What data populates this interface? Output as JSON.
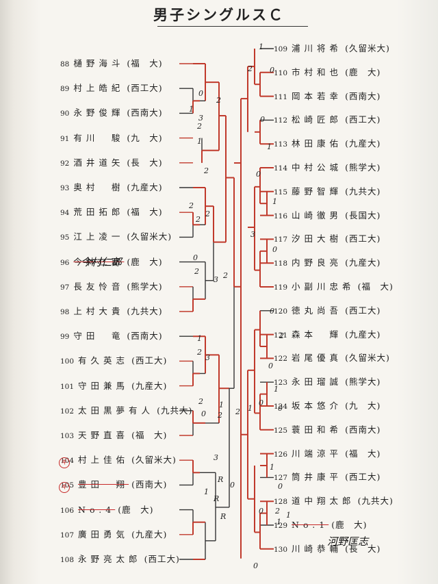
{
  "title": "男子シングルスＣ",
  "left_players": [
    {
      "seed": "88",
      "name": "樋野海斗",
      "school": "(福　大)"
    },
    {
      "seed": "89",
      "name": "村上皓紀",
      "school": "(西工大)"
    },
    {
      "seed": "90",
      "name": "永野俊輝",
      "school": "(西南大)"
    },
    {
      "seed": "91",
      "name": "有川　駿",
      "school": "(九　大)"
    },
    {
      "seed": "92",
      "name": "酒井道矢",
      "school": "(長　大)"
    },
    {
      "seed": "93",
      "name": "奥村　樹",
      "school": "(九産大)"
    },
    {
      "seed": "94",
      "name": "荒田拓郎",
      "school": "(福　大)"
    },
    {
      "seed": "95",
      "name": "江上凌一",
      "school": "(久留米大)"
    },
    {
      "seed": "96",
      "name": "今林仁耶",
      "school": "(鹿　大)"
    },
    {
      "seed": "97",
      "name": "長友怜音",
      "school": "(熊学大)"
    },
    {
      "seed": "98",
      "name": "上村大貴",
      "school": "(九共大)"
    },
    {
      "seed": "99",
      "name": "守田　竜",
      "school": "(西南大)"
    },
    {
      "seed": "100",
      "name": "有久英志",
      "school": "(西工大)"
    },
    {
      "seed": "101",
      "name": "守田兼馬",
      "school": "(九産大)"
    },
    {
      "seed": "102",
      "name": "太田黒夢有人",
      "school": "(九共大)"
    },
    {
      "seed": "103",
      "name": "天野直喜",
      "school": "(福　大)"
    },
    {
      "seed": "104",
      "name": "村上佳佑",
      "school": "(久留米大)"
    },
    {
      "seed": "105",
      "name": "豊田　翔",
      "school": "(西南大)"
    },
    {
      "seed": "106",
      "name": "No.4",
      "school": "(鹿　大)"
    },
    {
      "seed": "107",
      "name": "廣田勇気",
      "school": "(九産大)"
    },
    {
      "seed": "108",
      "name": "永野亮太郎",
      "school": "(西工大)"
    }
  ],
  "right_players": [
    {
      "seed": "109",
      "name": "浦川将希",
      "school": "(久留米大)"
    },
    {
      "seed": "110",
      "name": "市村和也",
      "school": "(鹿　大)"
    },
    {
      "seed": "111",
      "name": "岡本若幸",
      "school": "(西南大)"
    },
    {
      "seed": "112",
      "name": "松崎匠郎",
      "school": "(西工大)"
    },
    {
      "seed": "113",
      "name": "林田康佑",
      "school": "(九産大)"
    },
    {
      "seed": "114",
      "name": "中村公城",
      "school": "(熊学大)"
    },
    {
      "seed": "115",
      "name": "藤野智輝",
      "school": "(九共大)"
    },
    {
      "seed": "116",
      "name": "山崎徹男",
      "school": "(長国大)"
    },
    {
      "seed": "117",
      "name": "汐田大樹",
      "school": "(西工大)"
    },
    {
      "seed": "118",
      "name": "内野良亮",
      "school": "(九産大)"
    },
    {
      "seed": "119",
      "name": "小副川忠希",
      "school": "(福　大)"
    },
    {
      "seed": "120",
      "name": "徳丸尚吾",
      "school": "(西工大)"
    },
    {
      "seed": "121",
      "name": "森本　輝",
      "school": "(九産大)"
    },
    {
      "seed": "122",
      "name": "岩尾優真",
      "school": "(久留米大)"
    },
    {
      "seed": "123",
      "name": "永田瑠誠",
      "school": "(熊学大)"
    },
    {
      "seed": "124",
      "name": "坂本悠介",
      "school": "(九　大)"
    },
    {
      "seed": "125",
      "name": "蓑田和希",
      "school": "(西南大)"
    },
    {
      "seed": "126",
      "name": "川端涼平",
      "school": "(福　大)"
    },
    {
      "seed": "127",
      "name": "筒井康平",
      "school": "(西工大)"
    },
    {
      "seed": "128",
      "name": "道中翔太郎",
      "school": "(九共大)"
    },
    {
      "seed": "129",
      "name": "No.1",
      "school": "(鹿　大)"
    },
    {
      "seed": "130",
      "name": "川崎恭輔",
      "school": "(長　大)"
    }
  ],
  "handwritten": {
    "name_96": "今村仁郎",
    "name_129": "河野匡志",
    "mark_105": "キ",
    "mark_106": "キ"
  },
  "scores_left": [
    "0",
    "1",
    "3",
    "2",
    "1",
    "2",
    "2",
    "2",
    "2",
    "2",
    "0",
    "2",
    "3",
    "2",
    "1",
    "2",
    "3",
    "2",
    "0",
    "1",
    "2",
    "2",
    "3",
    "R",
    "R",
    "1",
    "0",
    "R"
  ],
  "scores_right": [
    "1",
    "0",
    "2",
    "0",
    "1",
    "0",
    "1",
    "3",
    "0",
    "0",
    "2",
    "0",
    "1",
    "0",
    "0",
    "1",
    "1",
    "0",
    "0",
    "2",
    "1",
    "0",
    "1"
  ],
  "colors": {
    "winner_line": "#c0392b",
    "line": "#333333"
  }
}
